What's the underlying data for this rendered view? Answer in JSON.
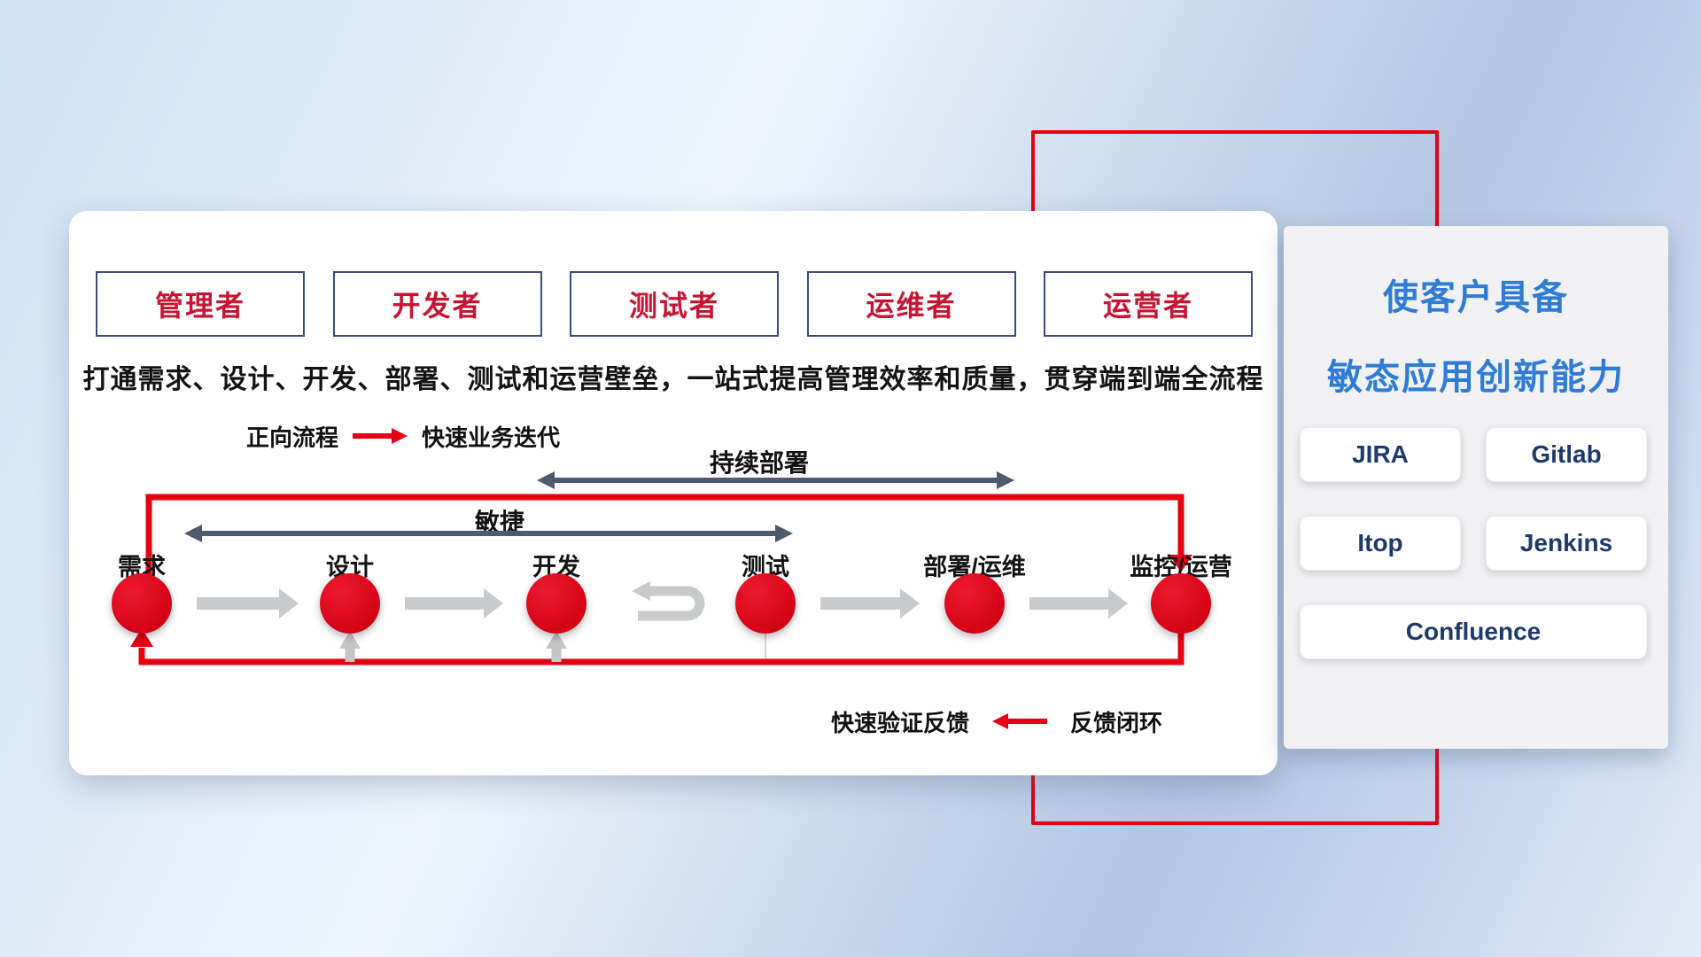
{
  "colors": {
    "accent_red": "#e60012",
    "node_red": "#d9001b",
    "role_border_navy": "#3d4a80",
    "role_text_red": "#c81432",
    "panel_title_blue": "#2e7cd6",
    "tool_text_navy": "#1d3a6b",
    "dark_arrow": "#4e5a6d",
    "gray_arrow": "#c9cacb",
    "background_blue": "#c9d9ee"
  },
  "roles": [
    {
      "label": "管理者"
    },
    {
      "label": "开发者"
    },
    {
      "label": "测试者"
    },
    {
      "label": "运维者"
    },
    {
      "label": "运营者"
    }
  ],
  "description": "打通需求、设计、开发、部署、测试和运营壁垒，一站式提高管理效率和质量，贯穿端到端全流程",
  "legend_forward": {
    "label": "正向流程",
    "value": "快速业务迭代"
  },
  "legend_feedback": {
    "value": "快速验证反馈",
    "label": "反馈闭环"
  },
  "flow": {
    "deploy_label": "持续部署",
    "agile_label": "敏捷",
    "nodes": [
      {
        "label": "需求"
      },
      {
        "label": "设计"
      },
      {
        "label": "开发"
      },
      {
        "label": "测试"
      },
      {
        "label": "部署/运维"
      },
      {
        "label": "监控/运营"
      }
    ]
  },
  "panel": {
    "title_line1": "使客户具备",
    "title_line2": "敏态应用创新能力",
    "tools": [
      {
        "label": "JIRA"
      },
      {
        "label": "Gitlab"
      },
      {
        "label": "Itop"
      },
      {
        "label": "Jenkins"
      },
      {
        "label": "Confluence"
      }
    ]
  }
}
